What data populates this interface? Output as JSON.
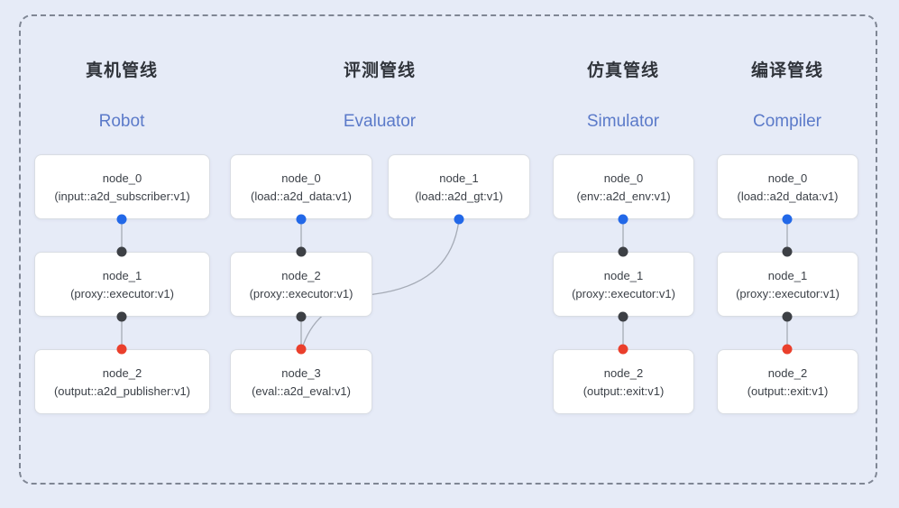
{
  "diagram": {
    "background_color": "#e6ebf7",
    "frame_border_color": "#7f8694",
    "edge_color": "#a5abb6"
  },
  "colors": {
    "input_port": "#2268e8",
    "intermediate_port": "#3d4045",
    "output_port": "#ea3f2c",
    "title_en": "#5b7ac9",
    "title_zh": "#30343b",
    "node_fill": "#ffffff",
    "node_border": "#d9dde3"
  },
  "pipelines": [
    {
      "title_zh": "真机管线",
      "title_en": "Robot",
      "nodes": [
        {
          "name": "node_0",
          "type": "(input::a2d_subscriber:v1)"
        },
        {
          "name": "node_1",
          "type": "(proxy::executor:v1)"
        },
        {
          "name": "node_2",
          "type": "(output::a2d_publisher:v1)"
        }
      ],
      "edges": [
        {
          "from": "node_0",
          "to": "node_1"
        },
        {
          "from": "node_1",
          "to": "node_2"
        }
      ]
    },
    {
      "title_zh": "评测管线",
      "title_en": "Evaluator",
      "nodes": [
        {
          "name": "node_0",
          "type": "(load::a2d_data:v1)"
        },
        {
          "name": "node_1",
          "type": "(load::a2d_gt:v1)"
        },
        {
          "name": "node_2",
          "type": "(proxy::executor:v1)"
        },
        {
          "name": "node_3",
          "type": "(eval::a2d_eval:v1)"
        }
      ],
      "edges": [
        {
          "from": "node_0",
          "to": "node_2"
        },
        {
          "from": "node_2",
          "to": "node_3"
        },
        {
          "from": "node_1",
          "to": "node_3"
        }
      ]
    },
    {
      "title_zh": "仿真管线",
      "title_en": "Simulator",
      "nodes": [
        {
          "name": "node_0",
          "type": "(env::a2d_env:v1)"
        },
        {
          "name": "node_1",
          "type": "(proxy::executor:v1)"
        },
        {
          "name": "node_2",
          "type": "(output::exit:v1)"
        }
      ],
      "edges": [
        {
          "from": "node_0",
          "to": "node_1"
        },
        {
          "from": "node_1",
          "to": "node_2"
        }
      ]
    },
    {
      "title_zh": "编译管线",
      "title_en": "Compiler",
      "nodes": [
        {
          "name": "node_0",
          "type": "(load::a2d_data:v1)"
        },
        {
          "name": "node_1",
          "type": "(proxy::executor:v1)"
        },
        {
          "name": "node_2",
          "type": "(output::exit:v1)"
        }
      ],
      "edges": [
        {
          "from": "node_0",
          "to": "node_1"
        },
        {
          "from": "node_1",
          "to": "node_2"
        }
      ]
    }
  ]
}
